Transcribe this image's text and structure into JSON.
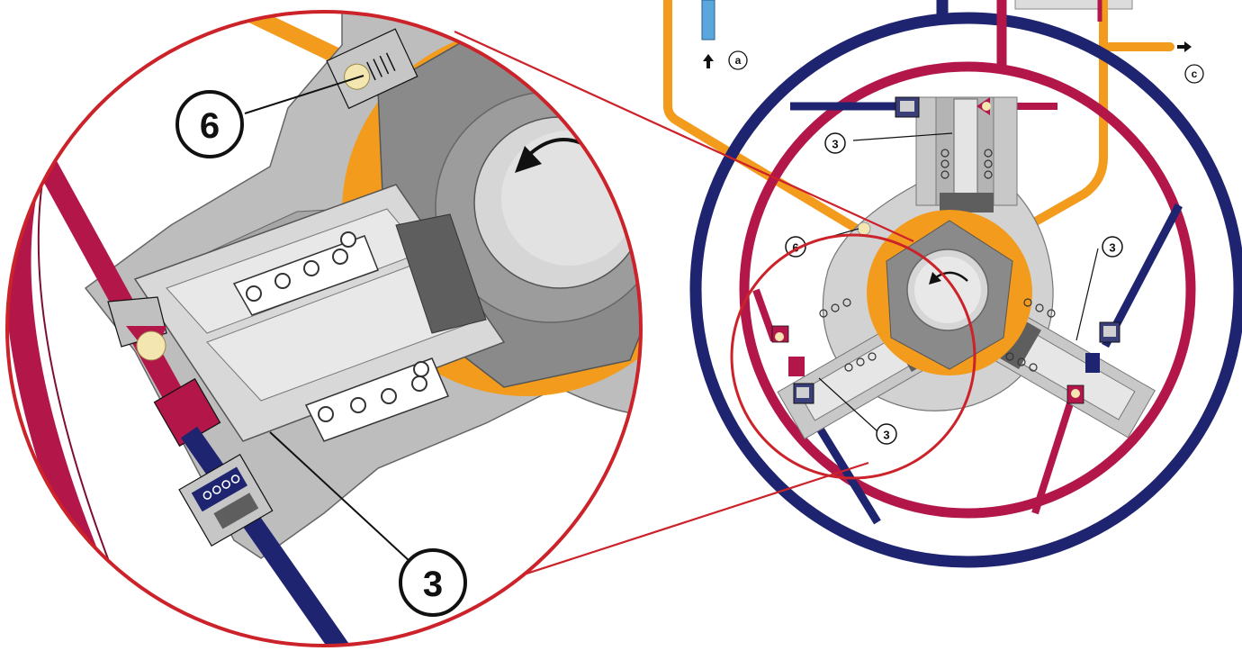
{
  "callouts": {
    "large_6": "6",
    "large_3": "3",
    "small_3_top": "3",
    "small_3_right": "3",
    "small_3_bottom": "3",
    "small_6": "6",
    "port_a": "a",
    "port_c": "c"
  },
  "colors": {
    "discharge_line": "#b3174a",
    "suction_line": "#1e2470",
    "fuel_line": "#f29b1c",
    "inlet_tube": "#5aa7de",
    "housing_light": "#d2d2d2",
    "housing_mid": "#b4b4b4",
    "housing_dark": "#8a8a8a",
    "housing_black": "#5e5e5e",
    "magnifier_ring": "#cc2229"
  },
  "icons": {
    "flow_arrow_a": "arrow-up-icon",
    "flow_arrow_c": "arrow-right-icon",
    "rotation": "rotation-arrow-icon"
  }
}
